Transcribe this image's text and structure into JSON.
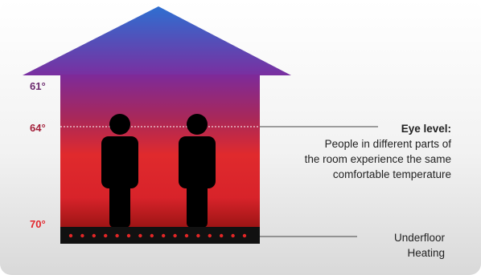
{
  "temperatures": [
    {
      "label": "61°",
      "color": "#6b2a6e"
    },
    {
      "label": "64°",
      "color": "#a3203a"
    },
    {
      "label": "70°",
      "color": "#e3262c"
    }
  ],
  "eye_level": {
    "title": "Eye level:",
    "lines": [
      "People in different parts of",
      "the room experience the same",
      "comfortable temperature"
    ]
  },
  "underfloor": {
    "lines": [
      "Underfloor",
      "Heating"
    ]
  },
  "colors": {
    "roof_top": "#2d6fd0",
    "roof_bottom": "#7b2fa0",
    "wall_top": "#7d2a9a",
    "wall_mid": "#e02a2d",
    "wall_bottom": "#9e1616",
    "floor": "#111111",
    "heat_dot": "#e32626",
    "figure": "#000000",
    "panel_top": "#ffffff",
    "panel_bottom": "#d8d8d8"
  },
  "icons": {
    "figure": "person-icon",
    "heater": "underfloor-heating-icon"
  }
}
